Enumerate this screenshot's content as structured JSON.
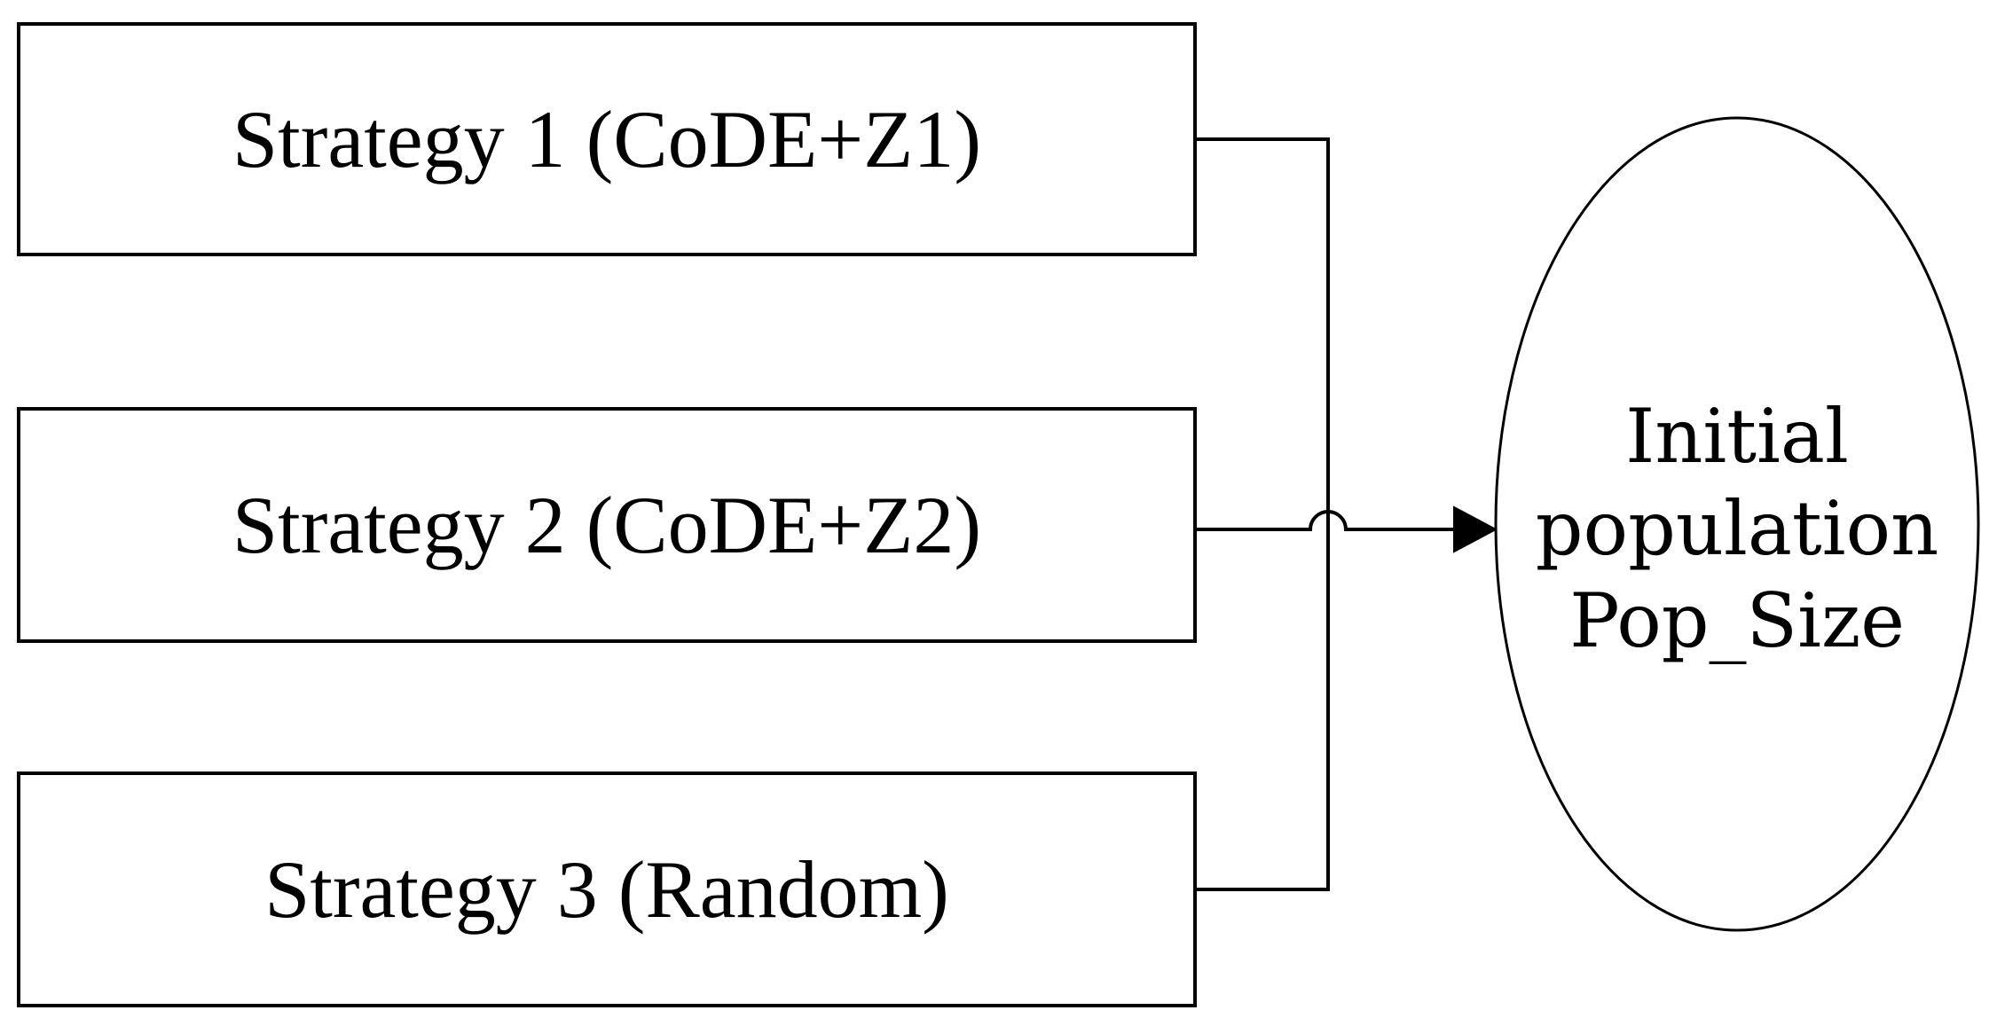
{
  "diagram": {
    "boxes": [
      {
        "label": "Strategy 1 (CoDE+Z1)"
      },
      {
        "label": "Strategy 2 (CoDE+Z2)"
      },
      {
        "label": "Strategy 3 (Random)"
      }
    ],
    "ellipse": {
      "line1": "Initial",
      "line2": "population",
      "line3": "Pop_Size"
    },
    "connector": {
      "style": "orthogonal-bracket-with-line-hop",
      "arrowhead": "solid-triangle-right"
    },
    "colors": {
      "stroke": "#000000",
      "shape_fill": "#ffffff",
      "background": "#ffffff"
    }
  }
}
